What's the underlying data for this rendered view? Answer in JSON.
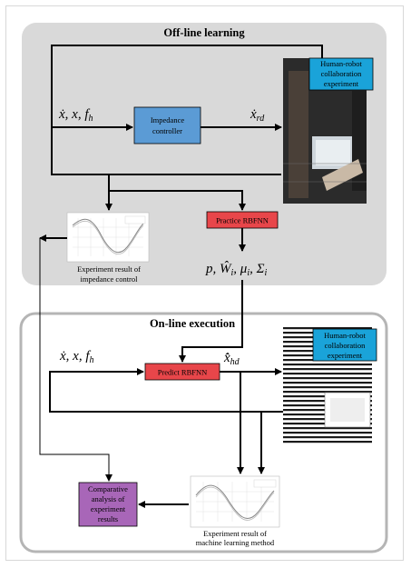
{
  "sections": {
    "offline_title": "Off-line learning",
    "online_title": "On-line execution"
  },
  "boxes": {
    "impedance_line1": "Impedance",
    "impedance_line2": "controller",
    "practice": "Practice RBFNN",
    "predict": "Predict RBFNN",
    "comparative_line1": "Comparative",
    "comparative_line2": "analysis of",
    "comparative_line3": "experiment",
    "comparative_line4": "results",
    "hrc_top_line1": "Human-robot",
    "hrc_top_line2": "collaboration",
    "hrc_top_line3": "experiment",
    "hrc_bottom_line1": "Human-robot",
    "hrc_bottom_line2": "collaboration",
    "hrc_bottom_line3": "experiment"
  },
  "math": {
    "inputs_top": "ẋ, x, f",
    "inputs_top_sub": "h",
    "inputs_bottom": "ẋ, x, f",
    "inputs_bottom_sub": "h",
    "xrd": "ẋ",
    "xrd_sub": "rd",
    "xhd": "x̂̇",
    "xhd_sub": "hd",
    "params": "p, Ŵ",
    "params_sub_i1": "i",
    "params_mid": ", μ",
    "params_sub_i2": "i",
    "params_end": ", Σ",
    "params_sub_i3": "i"
  },
  "captions": {
    "impedance_line1": "Experiment result of",
    "impedance_line2": "impedance control",
    "ml_line1": "Experiment result of",
    "ml_line2": "machine learning method"
  },
  "colors": {
    "panel_gray": "#d9d9d9",
    "impedance_box": "#5b9bd5",
    "rbfnn_box": "#e8464a",
    "comparative_box": "#a866b8",
    "hrc_label": "#1aa3d9"
  }
}
